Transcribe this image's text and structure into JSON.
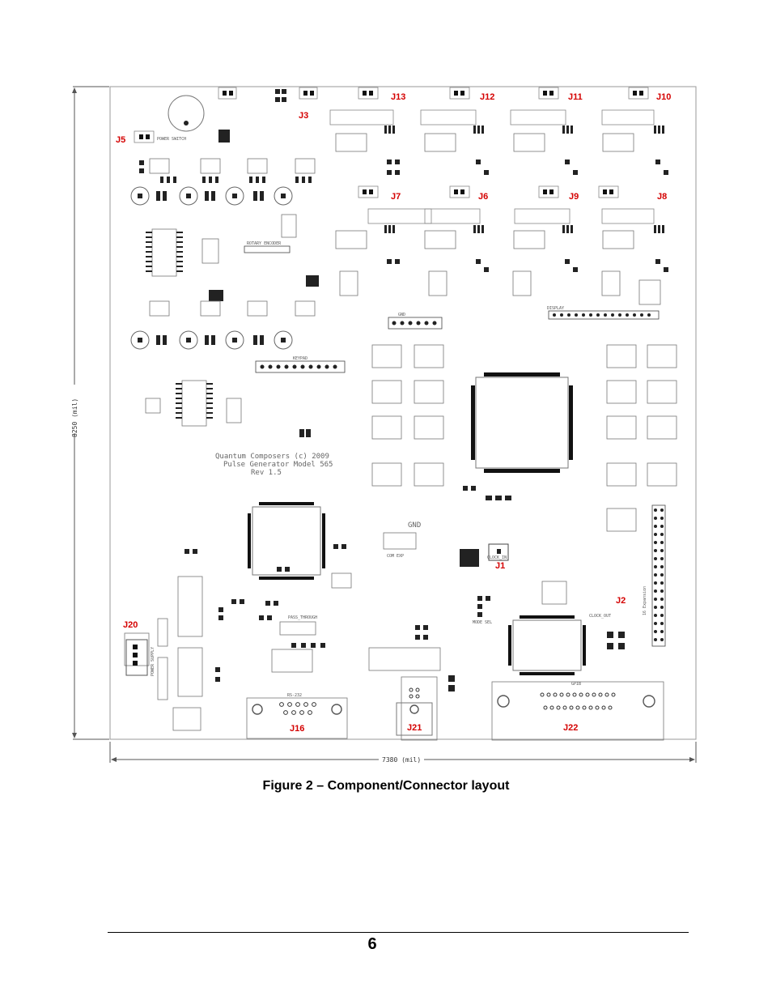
{
  "figure": {
    "caption": "Figure 2 – Component/Connector layout",
    "height_dimension": "8250 (mil)",
    "width_dimension": "7380 (mil)",
    "silkscreen": {
      "line1": "Quantum Composers (c) 2009",
      "line2": "Pulse Generator Model 565",
      "line3": "Rev 1.5",
      "gnd": "GND",
      "rotary_encoder": "ROTARY ENCODER",
      "display": "DISPLAY",
      "keypad": "KEYPAD",
      "pass_through": "PASS_THROUGH",
      "rs232": "RS-232",
      "gpib": "GPIB",
      "com_exp": "COM EXP",
      "power_supply": "POWER SUPPLY",
      "power_switch": "POWER SWITCH",
      "clock_in": "CLOCK_IN",
      "clock_out": "CLOCK_OUT",
      "expansion": "16 Expansion",
      "mode_sel": "MODE SEL"
    },
    "connectors": {
      "j13": "J13",
      "j12": "J12",
      "j11": "J11",
      "j10": "J10",
      "j3": "J3",
      "j5": "J5",
      "j7": "J7",
      "j6": "J6",
      "j9": "J9",
      "j8": "J8",
      "j1": "J1",
      "j2": "J2",
      "j20": "J20",
      "j16": "J16",
      "j21": "J21",
      "j22": "J22"
    }
  },
  "page": {
    "number": "6"
  }
}
